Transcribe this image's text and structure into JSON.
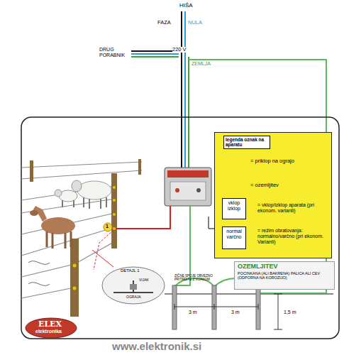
{
  "diagram": {
    "nodes": [
      {
        "text": [
          "legenda oznak na aparatu",
          "= priklop na ograjo",
          "= ozemljitev",
          "= vklop/izklop aparata (pri ekonom. varianti)",
          "= režim obratovanja: normalno/varčno (pri ekonom. Varianti)"
        ]
      },
      {
        "text": [
          "vklop izklop"
        ],
        "in": 0
      },
      {
        "text": [
          "normal varčno"
        ],
        "in": 0
      },
      {
        "text": [
          "OZEMLJITEV",
          "POCINKANA (ALI BAKRENA) PALICA ALI CEV (ODPORNA NA KOROZIJO)"
        ]
      }
    ],
    "labels": [
      "HIŠA",
      "FAZA",
      "NULA",
      "220 V",
      "ZEMLJA",
      "DRUG PORABNIK",
      "1",
      "DETAJL 1",
      "VIJAK",
      "OGRAJA",
      "ZIČNE SPOJE OBVEZNO PRITRDITE Z VIJAKOM",
      "3 m",
      "3 m",
      "1,5 m",
      "ELEX",
      "elektronika",
      "www.elektronik.si"
    ]
  }
}
